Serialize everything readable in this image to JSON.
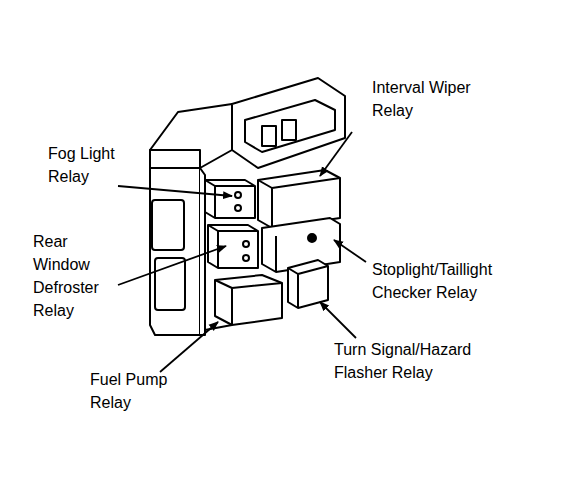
{
  "diagram": {
    "labels": [
      "Interval Wiper Relay",
      "Fog Light Relay",
      "Rear Window Defroster Relay",
      "Stoplight/Taillight Checker Relay",
      "Turn Signal/Hazard Flasher Relay",
      "Fuel Pump Relay"
    ]
  }
}
